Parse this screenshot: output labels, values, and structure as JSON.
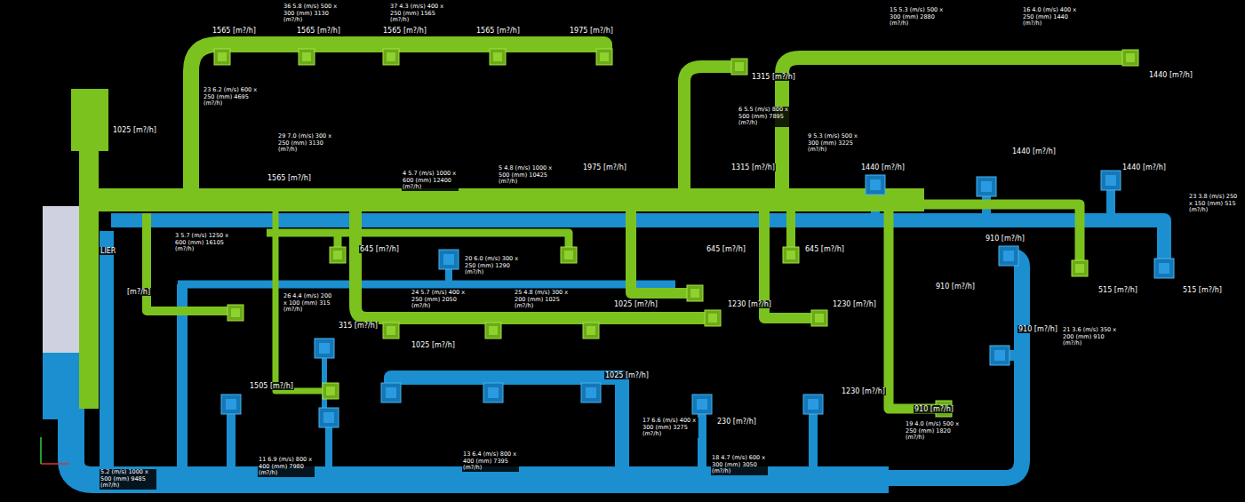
{
  "diagram": {
    "labels": [
      "1565 [m?/h]",
      "1565 [m?/h]",
      "1565 [m?/h]",
      "1565 [m?/h]",
      "1975 [m?/h]",
      "1315 [m?/h]",
      "1440 [m?/h]",
      "1025 [m?/h]",
      "1565 [m?/h]",
      "1975 [m?/h]",
      "1315 [m?/h]",
      "1440 [m?/h]",
      "1440 [m?/h]",
      "1440 [m?/h]",
      "645 [m?/h]",
      "645 [m?/h]",
      "645 [m?/h]",
      "515 [m?/h]",
      "515 [m?/h]",
      "910 [m?/h]",
      "910 [m?/h]",
      "910 [m?/h]",
      "910 [m?/h]",
      "1025 [m?/h]",
      "1025 [m?/h]",
      "1025 [m?/h]",
      "1230 [m?/h]",
      "1230 [m?/h]",
      "1230 [m?/h]",
      "230 [m?/h]",
      "315 [m?/h]",
      "1505 [m?/h]",
      "[m?/h]",
      "LIER",
      "36 5.8 (m/s) 500 x 300 (mm) 3130 (m?/h)",
      "37 4.3 (m/s) 400 x 250 (mm) 1565 (m?/h)",
      "15 5.3 (m/s) 500 x 300 (mm) 2880 (m?/h)",
      "16 4.0 (m/s) 400 x 250 (mm) 1440 (m?/h)",
      "23 6.2 (m/s) 600 x 250 (mm) 4695 (m?/h)",
      "29 7.0 (m/s) 300 x 250 (mm) 3130 (m?/h)",
      "3 5.7 (m/s) 1250 x 600 (mm) 16105 (m?/h)",
      "4 5.7 (m/s) 1000 x 600 (mm) 12400 (m?/h)",
      "5 4.8 (m/s) 1000 x 500 (mm) 10425 (m?/h)",
      "6 5.5 (m/s) 800 x 500 (mm) 7895 (m?/h)",
      "9 5.3 (m/s) 500 x 300 (mm) 3225 (m?/h)",
      "23 3.8 (m/s) 250 x 150 (mm) 515 (m?/h)",
      "20 6.0 (m/s) 300 x 250 (mm) 1290 (m?/h)",
      "26 4.4 (m/s) 200 x 100 (mm) 315 (m?/h)",
      "24 5.7 (m/s) 400 x 250 (mm) 2050 (m?/h)",
      "25 4.8 (m/s) 300 x 200 (mm) 1025 (m?/h)",
      "21 3.6 (m/s) 350 x 200 (mm) 910 (m?/h)",
      "19 4.0 (m/s) 500 x 250 (mm) 1820 (m?/h)",
      "11 6.9 (m/s) 800 x 400 (mm) 7980 (m?/h)",
      "13 6.4 (m/s) 800 x 400 (mm) 7395 (m?/h)",
      "18 4.7 (m/s) 600 x 300 (mm) 3050 (m?/h)",
      "17 6.6 (m/s) 400 x 300 (mm) 3275 (m?/h)",
      "5.2 (m/s) 1000 x 500 (mm) 9485 (m?/h)"
    ]
  }
}
